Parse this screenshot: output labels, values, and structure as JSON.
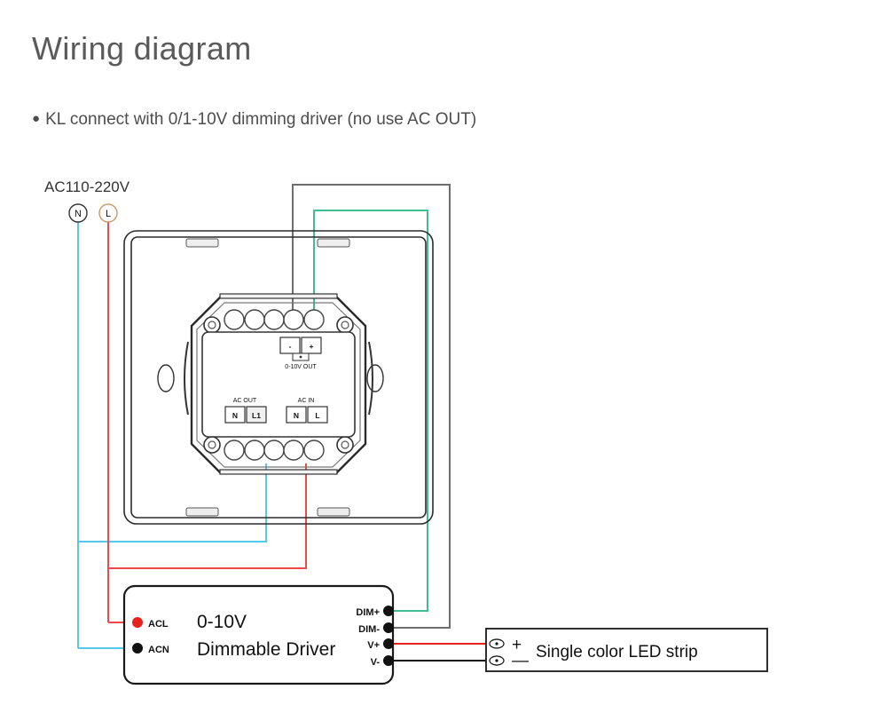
{
  "page": {
    "title": "Wiring diagram",
    "bullet": "●",
    "subtitle": "KL connect with 0/1-10V dimming driver (no use AC OUT)"
  },
  "colors": {
    "title": "#5a5a5a",
    "neutral_wire": "#56c8ef",
    "live_wire": "#ef4a4a",
    "dim_plus_wire": "#3fbf8f",
    "dim_minus_wire": "#6e6e6e",
    "v_plus_wire": "#e8211c",
    "v_minus_wire": "#111111",
    "outline": "#2b2b2b"
  },
  "power_source": {
    "label": "AC110-220V",
    "terminals": [
      {
        "name": "neutral",
        "label": "N",
        "wire_color": "#56c8ef"
      },
      {
        "name": "live",
        "label": "L",
        "wire_color": "#ef4a4a"
      }
    ]
  },
  "wall_switch": {
    "name": "KL dimmer switch module",
    "top_holes": 5,
    "bottom_holes": 5,
    "screws": 4,
    "dim_output": {
      "label": "0-10V OUT",
      "terminals": [
        {
          "label": "-",
          "name": "dim-minus-terminal"
        },
        {
          "label": "+",
          "name": "dim-plus-terminal"
        }
      ]
    },
    "ac_out": {
      "label": "AC OUT",
      "terminals": [
        {
          "label": "N",
          "name": "ac-out-n"
        },
        {
          "label": "L1",
          "name": "ac-out-l1"
        }
      ]
    },
    "ac_in": {
      "label": "AC IN",
      "terminals": [
        {
          "label": "N",
          "name": "ac-in-n"
        },
        {
          "label": "L",
          "name": "ac-in-l"
        }
      ]
    }
  },
  "driver": {
    "title_line1": "0-10V",
    "title_line2": "Dimmable Driver",
    "input_terminals": [
      {
        "label": "ACL",
        "dot_color": "#e8211c",
        "wire_color": "#ef4a4a"
      },
      {
        "label": "ACN",
        "dot_color": "#111111",
        "wire_color": "#56c8ef"
      }
    ],
    "output_terminals": [
      {
        "label": "DIM+",
        "dot_color": "#111111",
        "wire_color": "#3fbf8f"
      },
      {
        "label": "DIM-",
        "dot_color": "#111111",
        "wire_color": "#6e6e6e"
      },
      {
        "label": "V+",
        "dot_color": "#111111",
        "wire_color": "#e8211c"
      },
      {
        "label": "V-",
        "dot_color": "#111111",
        "wire_color": "#111111"
      }
    ]
  },
  "led_strip": {
    "label": "Single color LED strip",
    "terminals": [
      {
        "label": "+",
        "name": "led-plus-terminal",
        "wire_color": "#e8211c"
      },
      {
        "label": "—",
        "name": "led-minus-terminal",
        "wire_color": "#111111"
      }
    ]
  }
}
